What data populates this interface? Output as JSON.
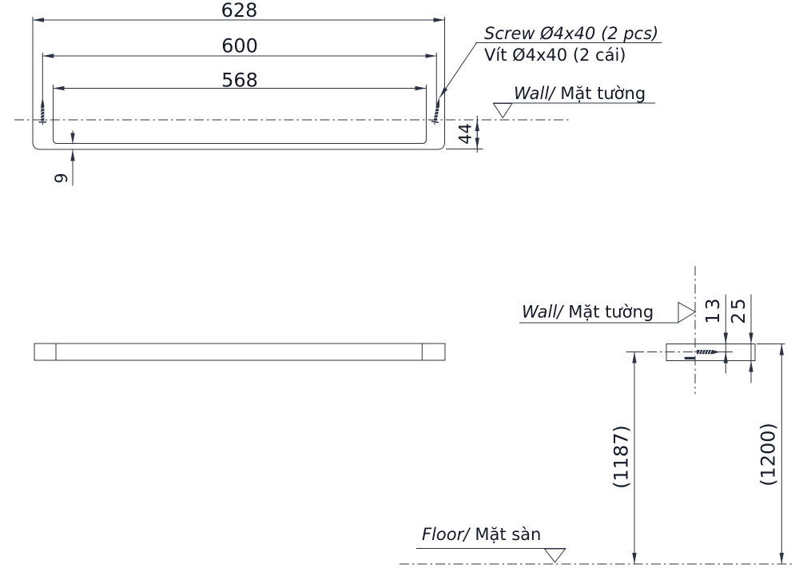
{
  "top_view": {
    "dim_outer_width": "628",
    "dim_screw_spacing": "600",
    "dim_inner_width": "568",
    "dim_depth": "44",
    "dim_lip": "9",
    "screw_label_en": "Screw Ø4x40 (2 pcs)",
    "screw_label_vi": "Vít Ø4x40 (2 cái)",
    "wall_label_en": "Wall/",
    "wall_label_vi": "Mặt tường"
  },
  "detail_view": {
    "wall_label_en": "Wall/",
    "wall_label_vi": "Mặt tường",
    "floor_label_en": "Floor/",
    "floor_label_vi": "Mặt sàn",
    "dim_top_to_screw": "13",
    "dim_bar_height": "25",
    "dim_screw_from_floor": "(1187)",
    "dim_top_from_floor": "(1200)"
  },
  "colors": {
    "line": "#2b3342",
    "text": "#141a28"
  }
}
